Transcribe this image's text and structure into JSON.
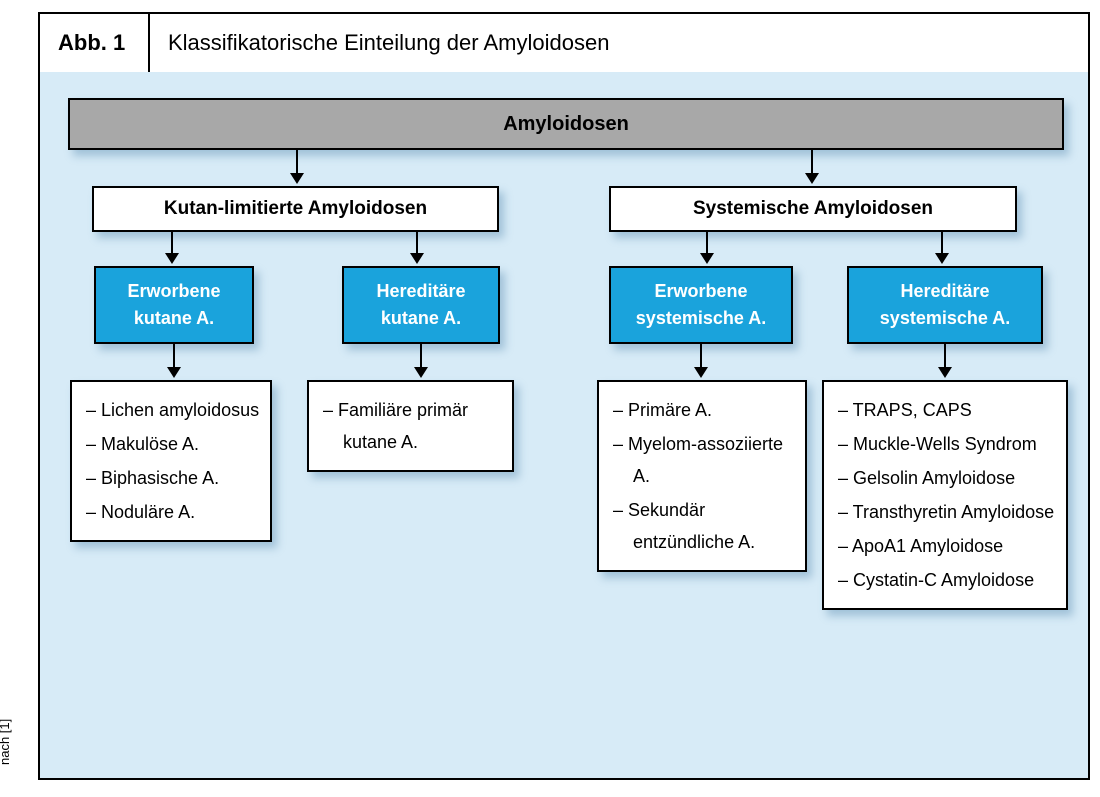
{
  "header": {
    "figure_label": "Abb. 1",
    "title": "Klassifikatorische Einteilung der Amyloidosen"
  },
  "credit": "nach [1]",
  "colors": {
    "canvas_background": "#d7ebf7",
    "root_fill": "#a8a8a8",
    "leaf_fill": "#1aa3dc",
    "box_border": "#000000",
    "shadow": "rgba(95,145,180,0.45)"
  },
  "tree": {
    "root": "Amyloidosen",
    "branches": [
      {
        "label": "Kutan-limitierte Amyloidosen",
        "children": [
          {
            "label": "Erworbene kutane A.",
            "items": [
              "– Lichen amyloidosus",
              "– Makulöse A.",
              "– Biphasische A.",
              "– Noduläre A."
            ]
          },
          {
            "label": "Hereditäre kutane A.",
            "items": [
              "– Familiäre primär kutane A."
            ]
          }
        ]
      },
      {
        "label": "Systemische Amyloidosen",
        "children": [
          {
            "label": "Erworbene systemische A.",
            "items": [
              "– Primäre A.",
              "– Myelom-assoziierte A.",
              "– Sekundär entzündliche A."
            ]
          },
          {
            "label": "Hereditäre systemische A.",
            "items": [
              "– TRAPS, CAPS",
              "– Muckle-Wells Syndrom",
              "– Gelsolin Amyloidose",
              "– Transthyretin Amyloidose",
              "– ApoA1 Amyloidose",
              "– Cystatin-C Amyloidose"
            ]
          }
        ]
      }
    ]
  }
}
